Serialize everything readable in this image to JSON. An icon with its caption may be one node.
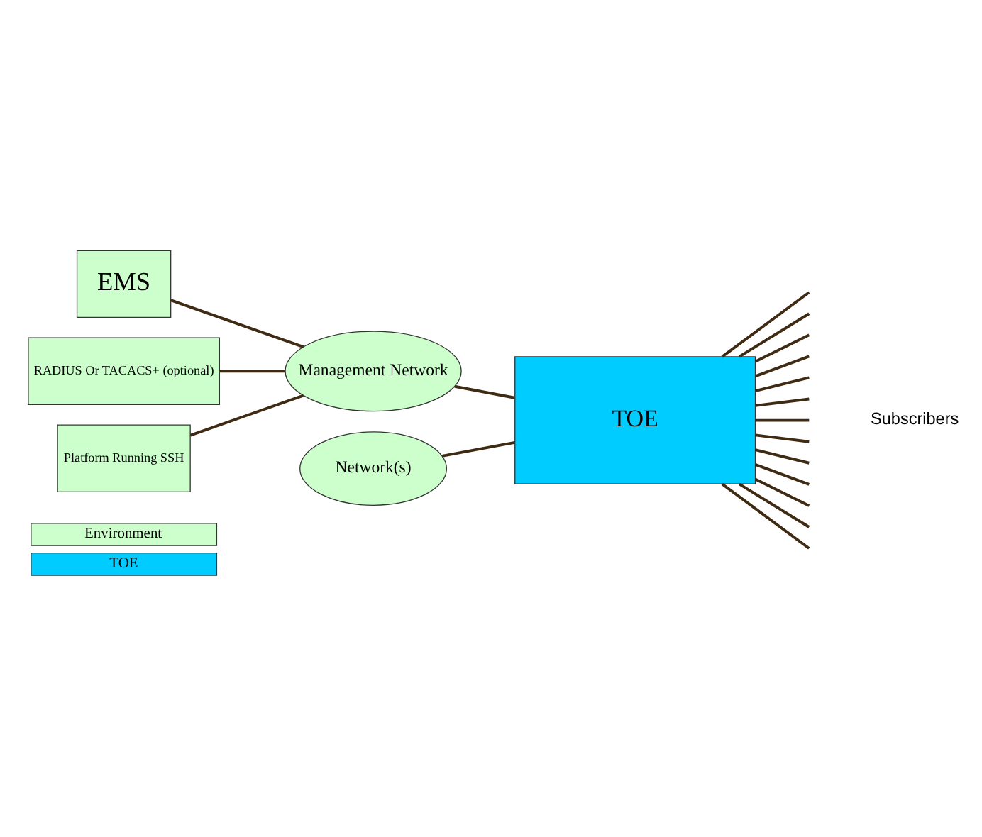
{
  "diagram": {
    "nodes": [
      {
        "text": [
          "EMS"
        ]
      },
      {
        "text": [
          "RADIUS Or TACACS+ (optional)"
        ]
      },
      {
        "text": [
          "Platform Running SSH"
        ]
      },
      {
        "text": [
          "Management Network"
        ]
      },
      {
        "text": [
          "Network(s)"
        ]
      },
      {
        "text": [
          "TOE"
        ]
      }
    ],
    "edges": [
      {
        "from": 0,
        "to": 3,
        "arrow": "none"
      },
      {
        "from": 1,
        "to": 3,
        "arrow": "none"
      },
      {
        "from": 2,
        "to": 3,
        "arrow": "none"
      },
      {
        "from": 3,
        "to": 5,
        "arrow": "none"
      },
      {
        "from": 4,
        "to": 5,
        "arrow": "none"
      },
      {
        "from": 5,
        "to": null,
        "arrow": "none"
      },
      {
        "from": 5,
        "to": null,
        "arrow": "none"
      },
      {
        "from": 5,
        "to": null,
        "arrow": "none"
      },
      {
        "from": 5,
        "to": null,
        "arrow": "none"
      },
      {
        "from": 5,
        "to": null,
        "arrow": "none"
      },
      {
        "from": 5,
        "to": null,
        "arrow": "none"
      },
      {
        "from": 5,
        "to": null,
        "arrow": "none"
      },
      {
        "from": 5,
        "to": null,
        "arrow": "none"
      },
      {
        "from": 5,
        "to": null,
        "arrow": "none"
      },
      {
        "from": 5,
        "to": null,
        "arrow": "none"
      },
      {
        "from": 5,
        "to": null,
        "arrow": "none"
      },
      {
        "from": 5,
        "to": null,
        "arrow": "none"
      },
      {
        "from": 5,
        "to": null,
        "arrow": "none"
      }
    ],
    "labels": [
      "Subscribers"
    ],
    "legend": [
      {
        "text": "Environment",
        "color": "#ccffcc"
      },
      {
        "text": "TOE",
        "color": "#00ccff"
      }
    ]
  }
}
